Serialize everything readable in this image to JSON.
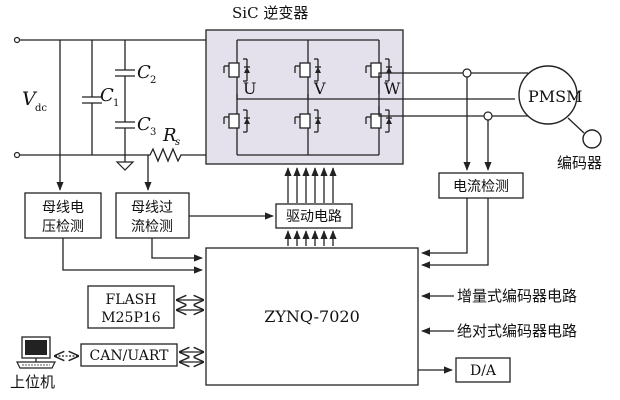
{
  "labels": {
    "inverter_title": "SiC 逆变器",
    "vdc_main": "V",
    "vdc_sub": "dc",
    "c1_main": "C",
    "c1_sub": "1",
    "c2_main": "C",
    "c2_sub": "2",
    "c3_main": "C",
    "c3_sub": "3",
    "rs_main": "R",
    "rs_sub": "s",
    "phase_u": "U",
    "phase_v": "V",
    "phase_w": "W",
    "motor": "PMSM",
    "encoder": "编码器",
    "bus_voltage_line1": "母线电",
    "bus_voltage_line2": "压检测",
    "bus_current_line1": "母线过",
    "bus_current_line2": "流检测",
    "driver": "驱动电路",
    "current_sense": "电流检测",
    "controller": "ZYNQ-7020",
    "flash_line1": "FLASH",
    "flash_line2": "M25P16",
    "comm": "CAN/UART",
    "host": "上位机",
    "incremental_encoder": "增量式编码器电路",
    "absolute_encoder": "绝对式编码器电路",
    "dac": "D/A"
  },
  "colors": {
    "inverter_fill": "#e5e1ec",
    "line": "#222222",
    "background": "#ffffff"
  }
}
